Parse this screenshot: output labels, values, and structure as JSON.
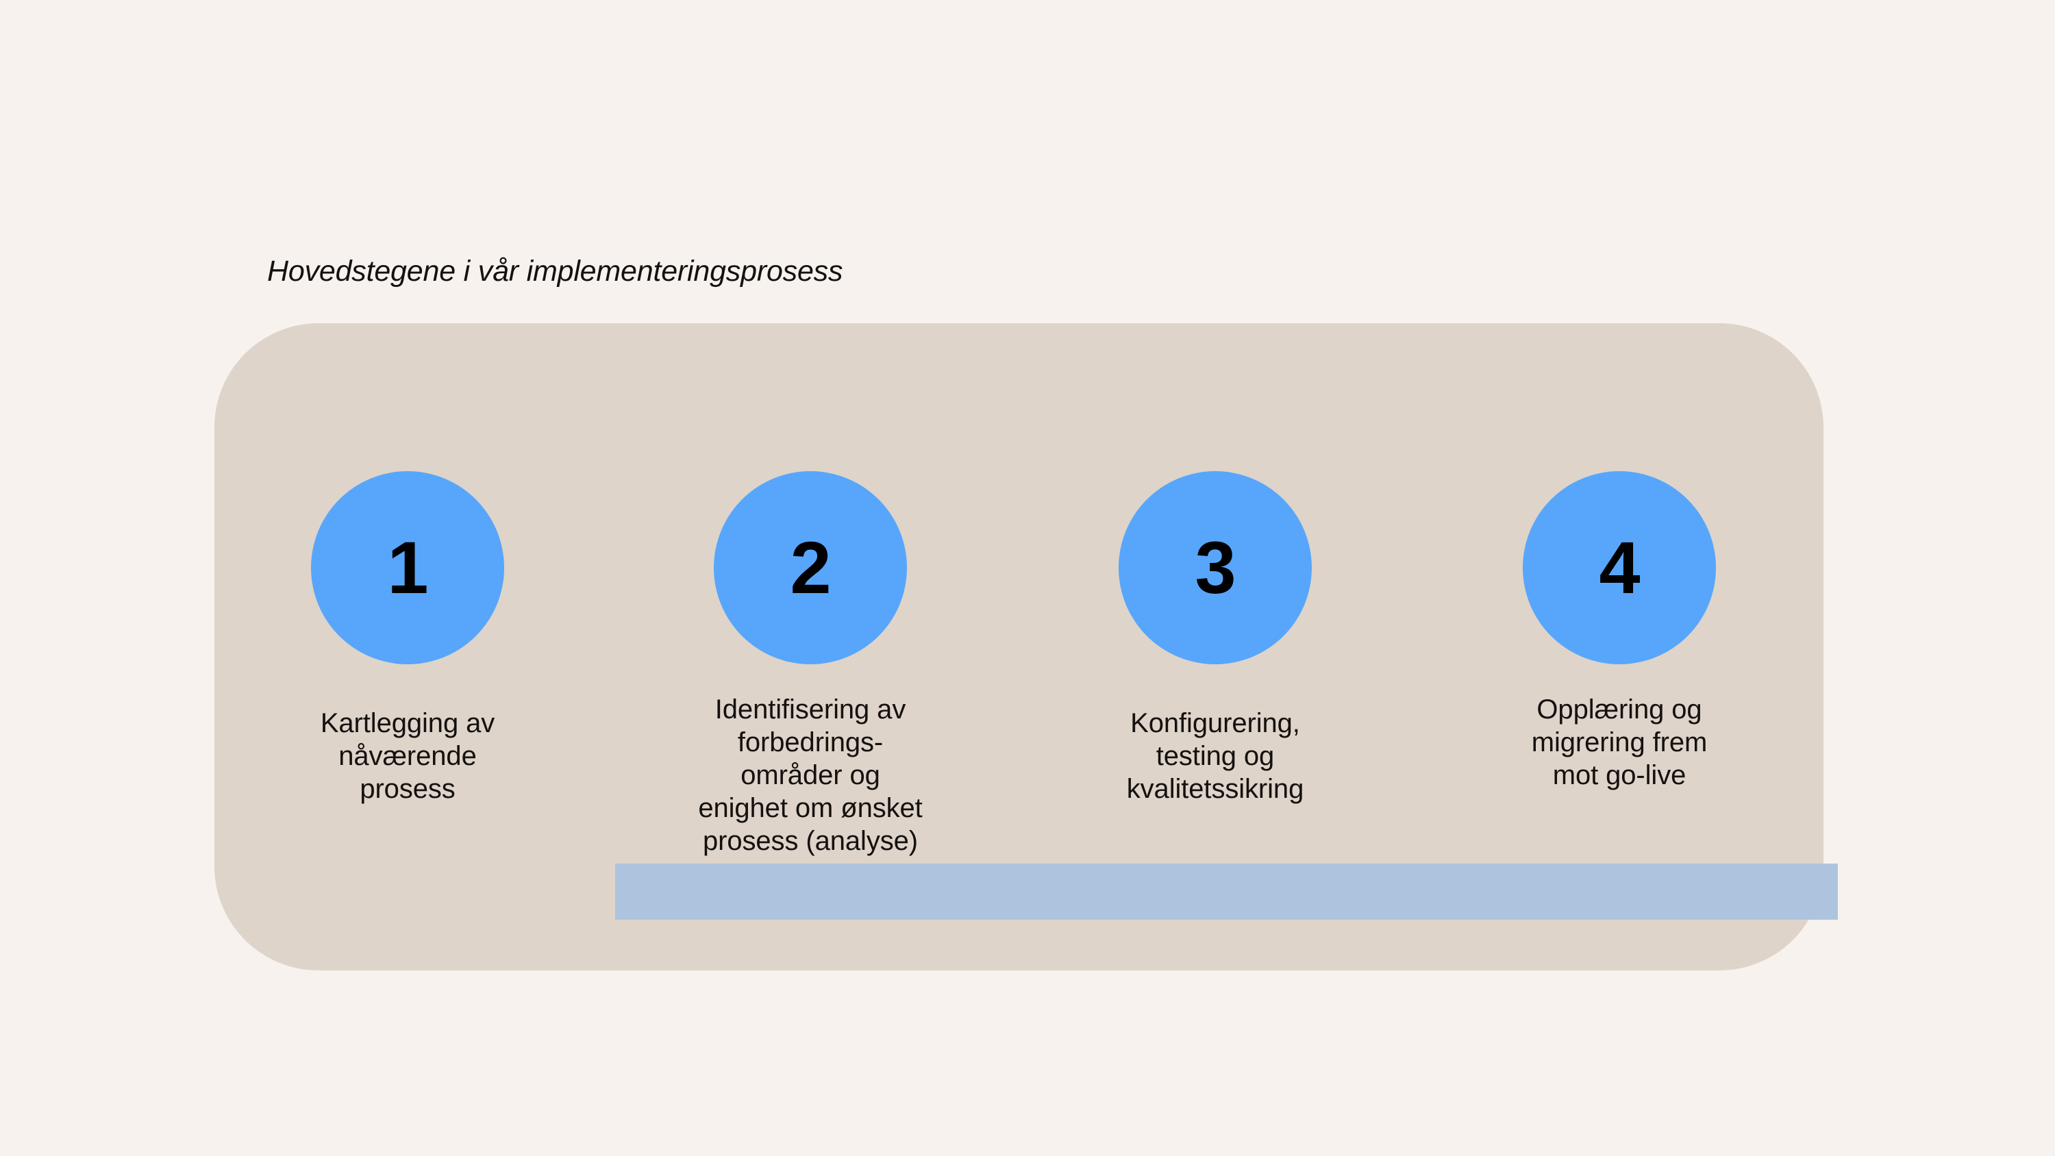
{
  "page": {
    "background_color": "#f7f2ee",
    "title": "Hovedstegene i vår implementeringsprosess"
  },
  "card": {
    "background_color": "#ded4ca",
    "connector_color": "#aec4de"
  },
  "process": {
    "circle_color": "#57a6fb",
    "number_color": "#000000",
    "label_color": "#14110f",
    "steps": [
      {
        "number": "1",
        "label": "Kartlegging av\nnåværende\nprosess"
      },
      {
        "number": "2",
        "label": "Identifisering av\nforbedrings-\nområder og\nenighet om ønsket\nprosess (analyse)"
      },
      {
        "number": "3",
        "label": "Konfigurering,\ntesting og\nkvalitetssikring"
      },
      {
        "number": "4",
        "label": "Opplæring og\nmigrering frem\nmot go-live"
      }
    ]
  }
}
